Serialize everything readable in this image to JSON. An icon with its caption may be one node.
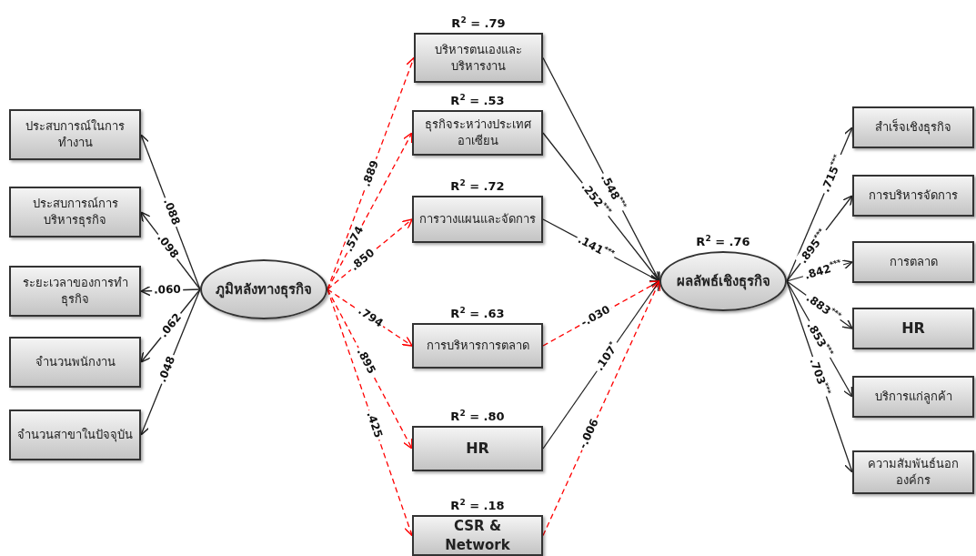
{
  "diagram": {
    "nodes": [
      {
        "text": [
          "ภูมิหลังทางธุรกิจ"
        ]
      },
      {
        "text": [
          "ประสบการณ์ในการทำงาน"
        ]
      },
      {
        "text": [
          "ประสบการณ์การบริหารธุรกิจ"
        ]
      },
      {
        "text": [
          "ระยะเวลาของการทำธุรกิจ"
        ]
      },
      {
        "text": [
          "จำนวนพนักงาน"
        ]
      },
      {
        "text": [
          "จำนวนสาขาในปัจจุบัน"
        ]
      },
      {
        "text": [
          "บริหารตนเองและบริหารงาน"
        ],
        "beside": [
          "R$^{2}$ = .79"
        ]
      },
      {
        "text": [
          "ธุรกิจระหว่างประเทศอาเซียน"
        ],
        "beside": [
          "R$^{2}$ = .53"
        ]
      },
      {
        "text": [
          "การวางแผนและจัดการ"
        ],
        "beside": [
          "R$^{2}$ = .72"
        ]
      },
      {
        "text": [
          "การบริหารการตลาด"
        ],
        "beside": [
          "R$^{2}$ = .63"
        ]
      },
      {
        "text": [
          "HR"
        ],
        "beside": [
          "R$^{2}$ = .80"
        ]
      },
      {
        "text": [
          "CSR & Network"
        ],
        "beside": [
          "R$^{2}$ = .18"
        ]
      },
      {
        "text": [
          "ผลลัพธ์เชิงธุรกิจ"
        ],
        "beside": [
          "R$^{2}$ = .76"
        ]
      },
      {
        "text": [
          "สำเร็จเชิงธุรกิจ"
        ]
      },
      {
        "text": [
          "การบริหารจัดการ"
        ]
      },
      {
        "text": [
          "การตลาด"
        ]
      },
      {
        "text": [
          "HR"
        ]
      },
      {
        "text": [
          "บริการแก่ลูกค้า"
        ]
      },
      {
        "text": [
          "ความสัมพันธ์นอกองค์กร"
        ]
      }
    ],
    "edges": [
      {
        "from": 0,
        "to": 1,
        "arrow": "to",
        "label": ".088"
      },
      {
        "from": 0,
        "to": 2,
        "arrow": "to",
        "label": ".098"
      },
      {
        "from": 0,
        "to": 3,
        "arrow": "to",
        "label": ".060"
      },
      {
        "from": 0,
        "to": 4,
        "arrow": "to",
        "label": ".062"
      },
      {
        "from": 0,
        "to": 5,
        "arrow": "to",
        "label": ".048"
      },
      {
        "from": 0,
        "to": 6,
        "arrow": "to",
        "label": ".889",
        "style": "dashed",
        "color": "#ff0000"
      },
      {
        "from": 0,
        "to": 7,
        "arrow": "to",
        "label": ".574",
        "style": "dashed",
        "color": "#ff0000"
      },
      {
        "from": 0,
        "to": 8,
        "arrow": "to",
        "label": ".850",
        "style": "dashed",
        "color": "#ff0000"
      },
      {
        "from": 0,
        "to": 9,
        "arrow": "to",
        "label": ".794",
        "style": "dashed",
        "color": "#ff0000"
      },
      {
        "from": 0,
        "to": 10,
        "arrow": "to",
        "label": ".895",
        "style": "dashed",
        "color": "#ff0000"
      },
      {
        "from": 0,
        "to": 11,
        "arrow": "to",
        "label": ".425",
        "style": "dashed",
        "color": "#ff0000"
      },
      {
        "from": 6,
        "to": 12,
        "arrow": "to",
        "label": ".548$^{***}$"
      },
      {
        "from": 7,
        "to": 12,
        "arrow": "to",
        "label": ".252$^{***}$"
      },
      {
        "from": 8,
        "to": 12,
        "arrow": "to",
        "label": ".141$^{***}$"
      },
      {
        "from": 9,
        "to": 12,
        "arrow": "to",
        "label": "-.030",
        "style": "dashed",
        "color": "#ff0000"
      },
      {
        "from": 10,
        "to": 12,
        "arrow": "to",
        "label": ".107$^{*}$"
      },
      {
        "from": 11,
        "to": 12,
        "arrow": "to",
        "label": "-.006",
        "style": "dashed",
        "color": "#ff0000"
      },
      {
        "from": 12,
        "to": 13,
        "arrow": "to",
        "label": ".715$^{***}$"
      },
      {
        "from": 12,
        "to": 14,
        "arrow": "to",
        "label": ".895$^{***}$"
      },
      {
        "from": 12,
        "to": 15,
        "arrow": "to",
        "label": ".842$^{***}$"
      },
      {
        "from": 12,
        "to": 16,
        "arrow": "to",
        "label": ".883$^{***}$"
      },
      {
        "from": 12,
        "to": 17,
        "arrow": "to",
        "label": ".853$^{***}$"
      },
      {
        "from": 12,
        "to": 18,
        "arrow": "to",
        "label": ".703$^{***}$"
      }
    ]
  }
}
